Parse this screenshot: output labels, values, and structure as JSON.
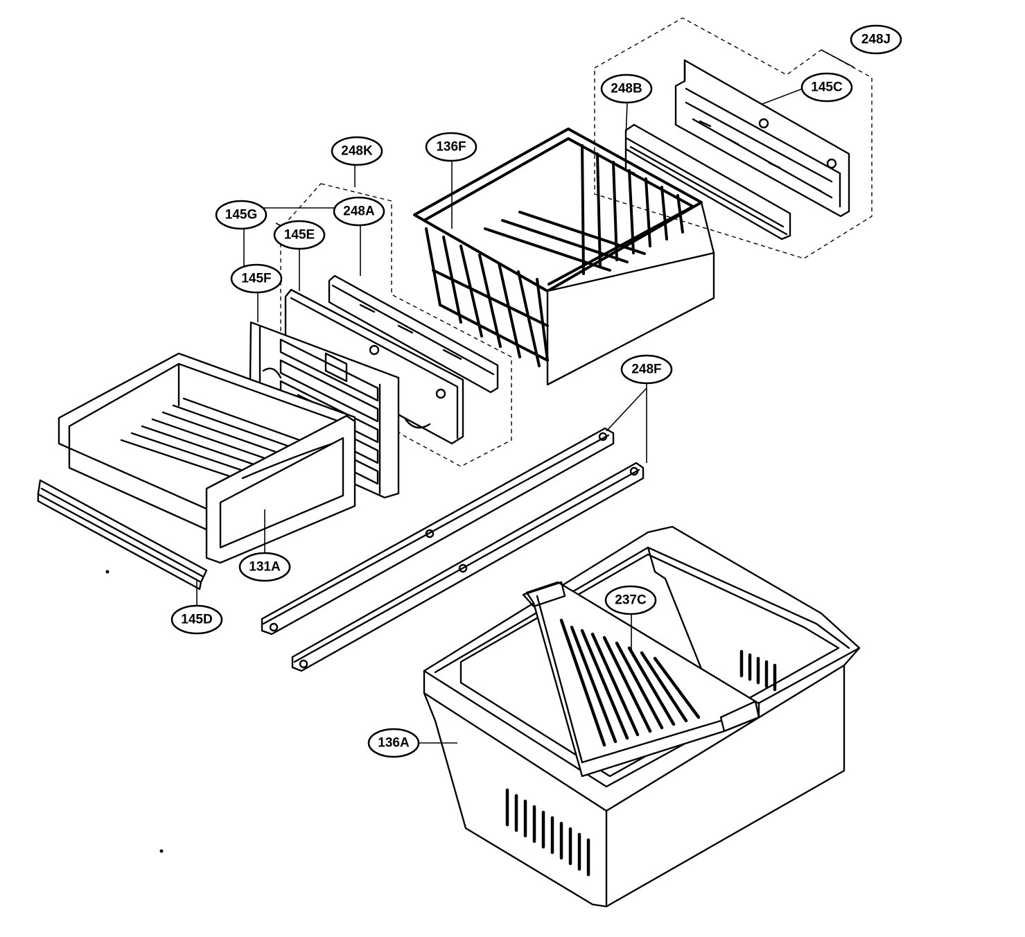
{
  "callouts": {
    "c248J": "248J",
    "c145C": "145C",
    "c248B": "248B",
    "c136F": "136F",
    "c248K": "248K",
    "c145G": "145G",
    "c248A": "248A",
    "c145E": "145E",
    "c145F": "145F",
    "c248F": "248F",
    "c131A": "131A",
    "c145D": "145D",
    "c237C": "237C",
    "c136A": "136A"
  }
}
